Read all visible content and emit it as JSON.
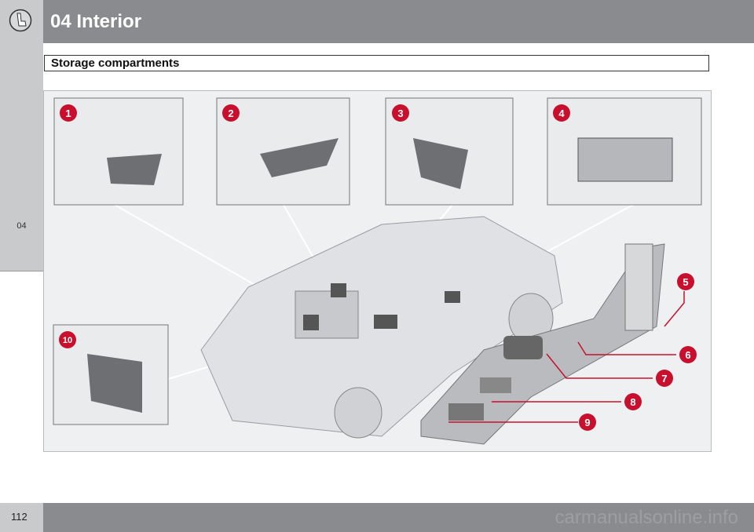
{
  "header": {
    "chapter_title": "04 Interior",
    "icon": "seat-icon"
  },
  "side_tab": {
    "label": "04"
  },
  "section": {
    "title": "Storage compartments"
  },
  "illustration": {
    "callouts": [
      "1",
      "2",
      "3",
      "4",
      "5",
      "6",
      "7",
      "8",
      "9",
      "10"
    ],
    "badge_color": "#c8102e"
  },
  "footer": {
    "page_number": "112",
    "watermark": "carmanualsonline.info"
  }
}
